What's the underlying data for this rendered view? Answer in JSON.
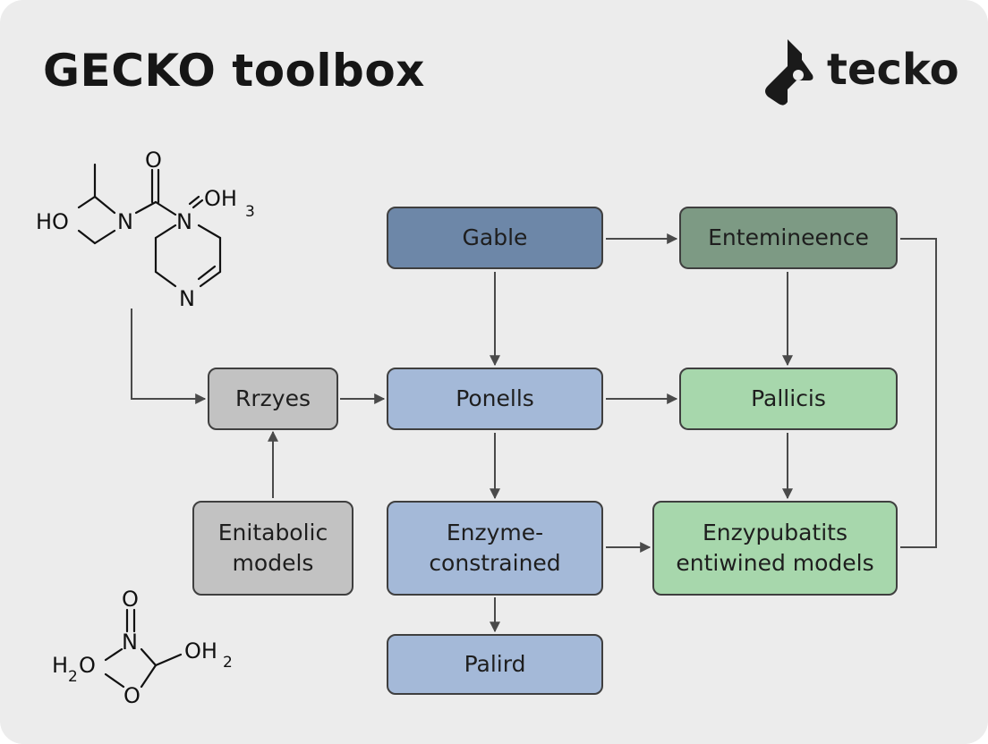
{
  "title": "GECKO toolbox",
  "brand": {
    "name": "tecko",
    "logo_icon": "tecko-logo-icon"
  },
  "nodes": {
    "gable": "Gable",
    "entemineence": "Entemineence",
    "rrzyes": "Rrzyes",
    "ponells": "Ponells",
    "pallicis": "Pallicis",
    "enitabolic": {
      "line1": "Enitabolic",
      "line2": "models"
    },
    "enzyme": {
      "line1": "Enzyme-",
      "line2": "constrained"
    },
    "enzypubatits": {
      "line1": "Enzypubatits",
      "line2": "entiwined models"
    },
    "palird": "Palird"
  },
  "molecule_top": {
    "labels": {
      "o_top": "O",
      "ho": "HO",
      "n_left": "N",
      "n_right": "N",
      "oh3": "OH",
      "oh3_sub": "3",
      "n_ring": "N"
    }
  },
  "molecule_bottom": {
    "labels": {
      "o_top": "O",
      "n": "N",
      "h2o": "H",
      "h2o_sub": "2",
      "h2o_o": "O",
      "oh2": "OH",
      "oh2_sub": "2",
      "o_bottom": "O"
    }
  },
  "colors": {
    "background": "#ececec",
    "blue_dark": "#6d87a8",
    "blue": "#a4b9d8",
    "green_dark": "#7d9a84",
    "green": "#a7d7ac",
    "gray": "#c2c2c2",
    "arrow": "#4a4a4a"
  }
}
